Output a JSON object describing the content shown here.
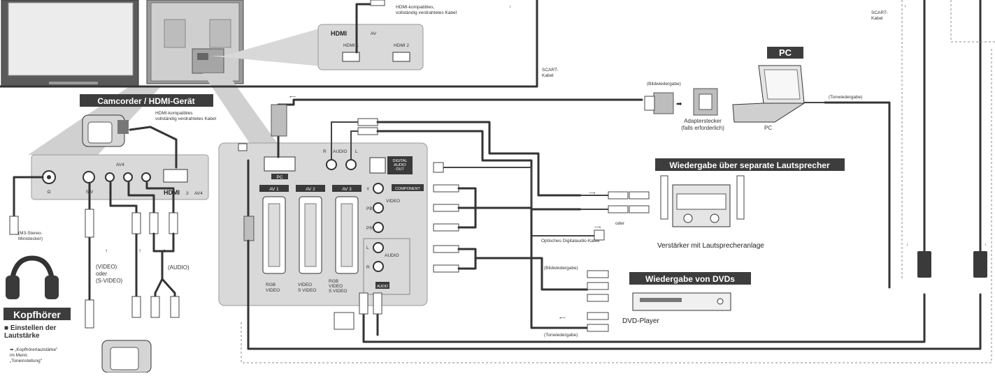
{
  "headings": {
    "camcorder": "Camcorder / HDMI-Gerät",
    "pc": "PC",
    "speakers": "Wiedergabe über separate Lautsprecher",
    "dvd": "Wiedergabe von DVDs",
    "headphones": "Kopfhörer"
  },
  "labels": {
    "hdmi_cable_top": "HDMI-kompatibles,\nvollständig verdrahtetes Kabel",
    "hdmi_cable_cam": "HDMI-kompatibles\nvollständig verdrahtetes Kabel",
    "scart_left": "SCART-\nKabel",
    "scart_right": "SCART-\nKabel",
    "bildwiedergabe_pc": "(Bildwiedergabe)",
    "adapter": "Adapterstecker\n(falls erforderlich)",
    "pc_label": "PC",
    "tonwiedergabe_pc": "(Tonwiedergabe)",
    "oder_speaker": "oder",
    "optical_cable": "Optisches Digitalaudio-Kabel",
    "amp": "Verstärker mit Lautsprecheranlage",
    "bildwiedergabe_dvd": "(Bildwiedergabe)",
    "tonwiedergabe_dvd": "(Tonwiedergabe)",
    "dvd_player": "DVD-Player",
    "m3_plug": "(M3-Stereo-\nMinistecker)",
    "video_svideo": "(VIDEO)\noder\n(S-VIDEO)",
    "audio": "(AUDIO)",
    "volume_title": "■ Einstellen der\nLautstärke",
    "volume_text": "➡ „Kopfhörerlautstärke\"\nim Menü\n„Toneinstellung\""
  },
  "panel_side": {
    "hdmi_logo": "HDMI",
    "hdmi_num": "3",
    "av_in": "AV4",
    "headphone_jack": "Ω",
    "s_video": "S-V",
    "avin_label": "AV4"
  },
  "hdmi_box": {
    "logo": "HDMI",
    "av_in": "AV",
    "port1": "HDMI 1",
    "port2": "HDMI 2"
  },
  "rear_panel": {
    "pc": "PC",
    "audio": "AUDIO",
    "r": "R",
    "l": "L",
    "digital": "DIGITAL\nAUDIO\nOUT",
    "av1": "AV 1",
    "av2": "AV 2",
    "av3": "AV 3",
    "component": "COMPONENT",
    "y": "Y",
    "pb": "PB",
    "pr": "PR",
    "video": "VIDEO",
    "audio_in": "AUDIO",
    "audio_tag": "AUDIO",
    "l2": "L",
    "r2": "R",
    "av1_sub": "RGB\nVIDEO",
    "av2_sub": "VIDEO\nS VIDEO",
    "av3_sub": "RGB\nVIDEO\nS VIDEO"
  },
  "colors": {
    "header_bg": "#3d3d3d",
    "panel_bg": "#d9d9d9",
    "wire": "#333333"
  }
}
